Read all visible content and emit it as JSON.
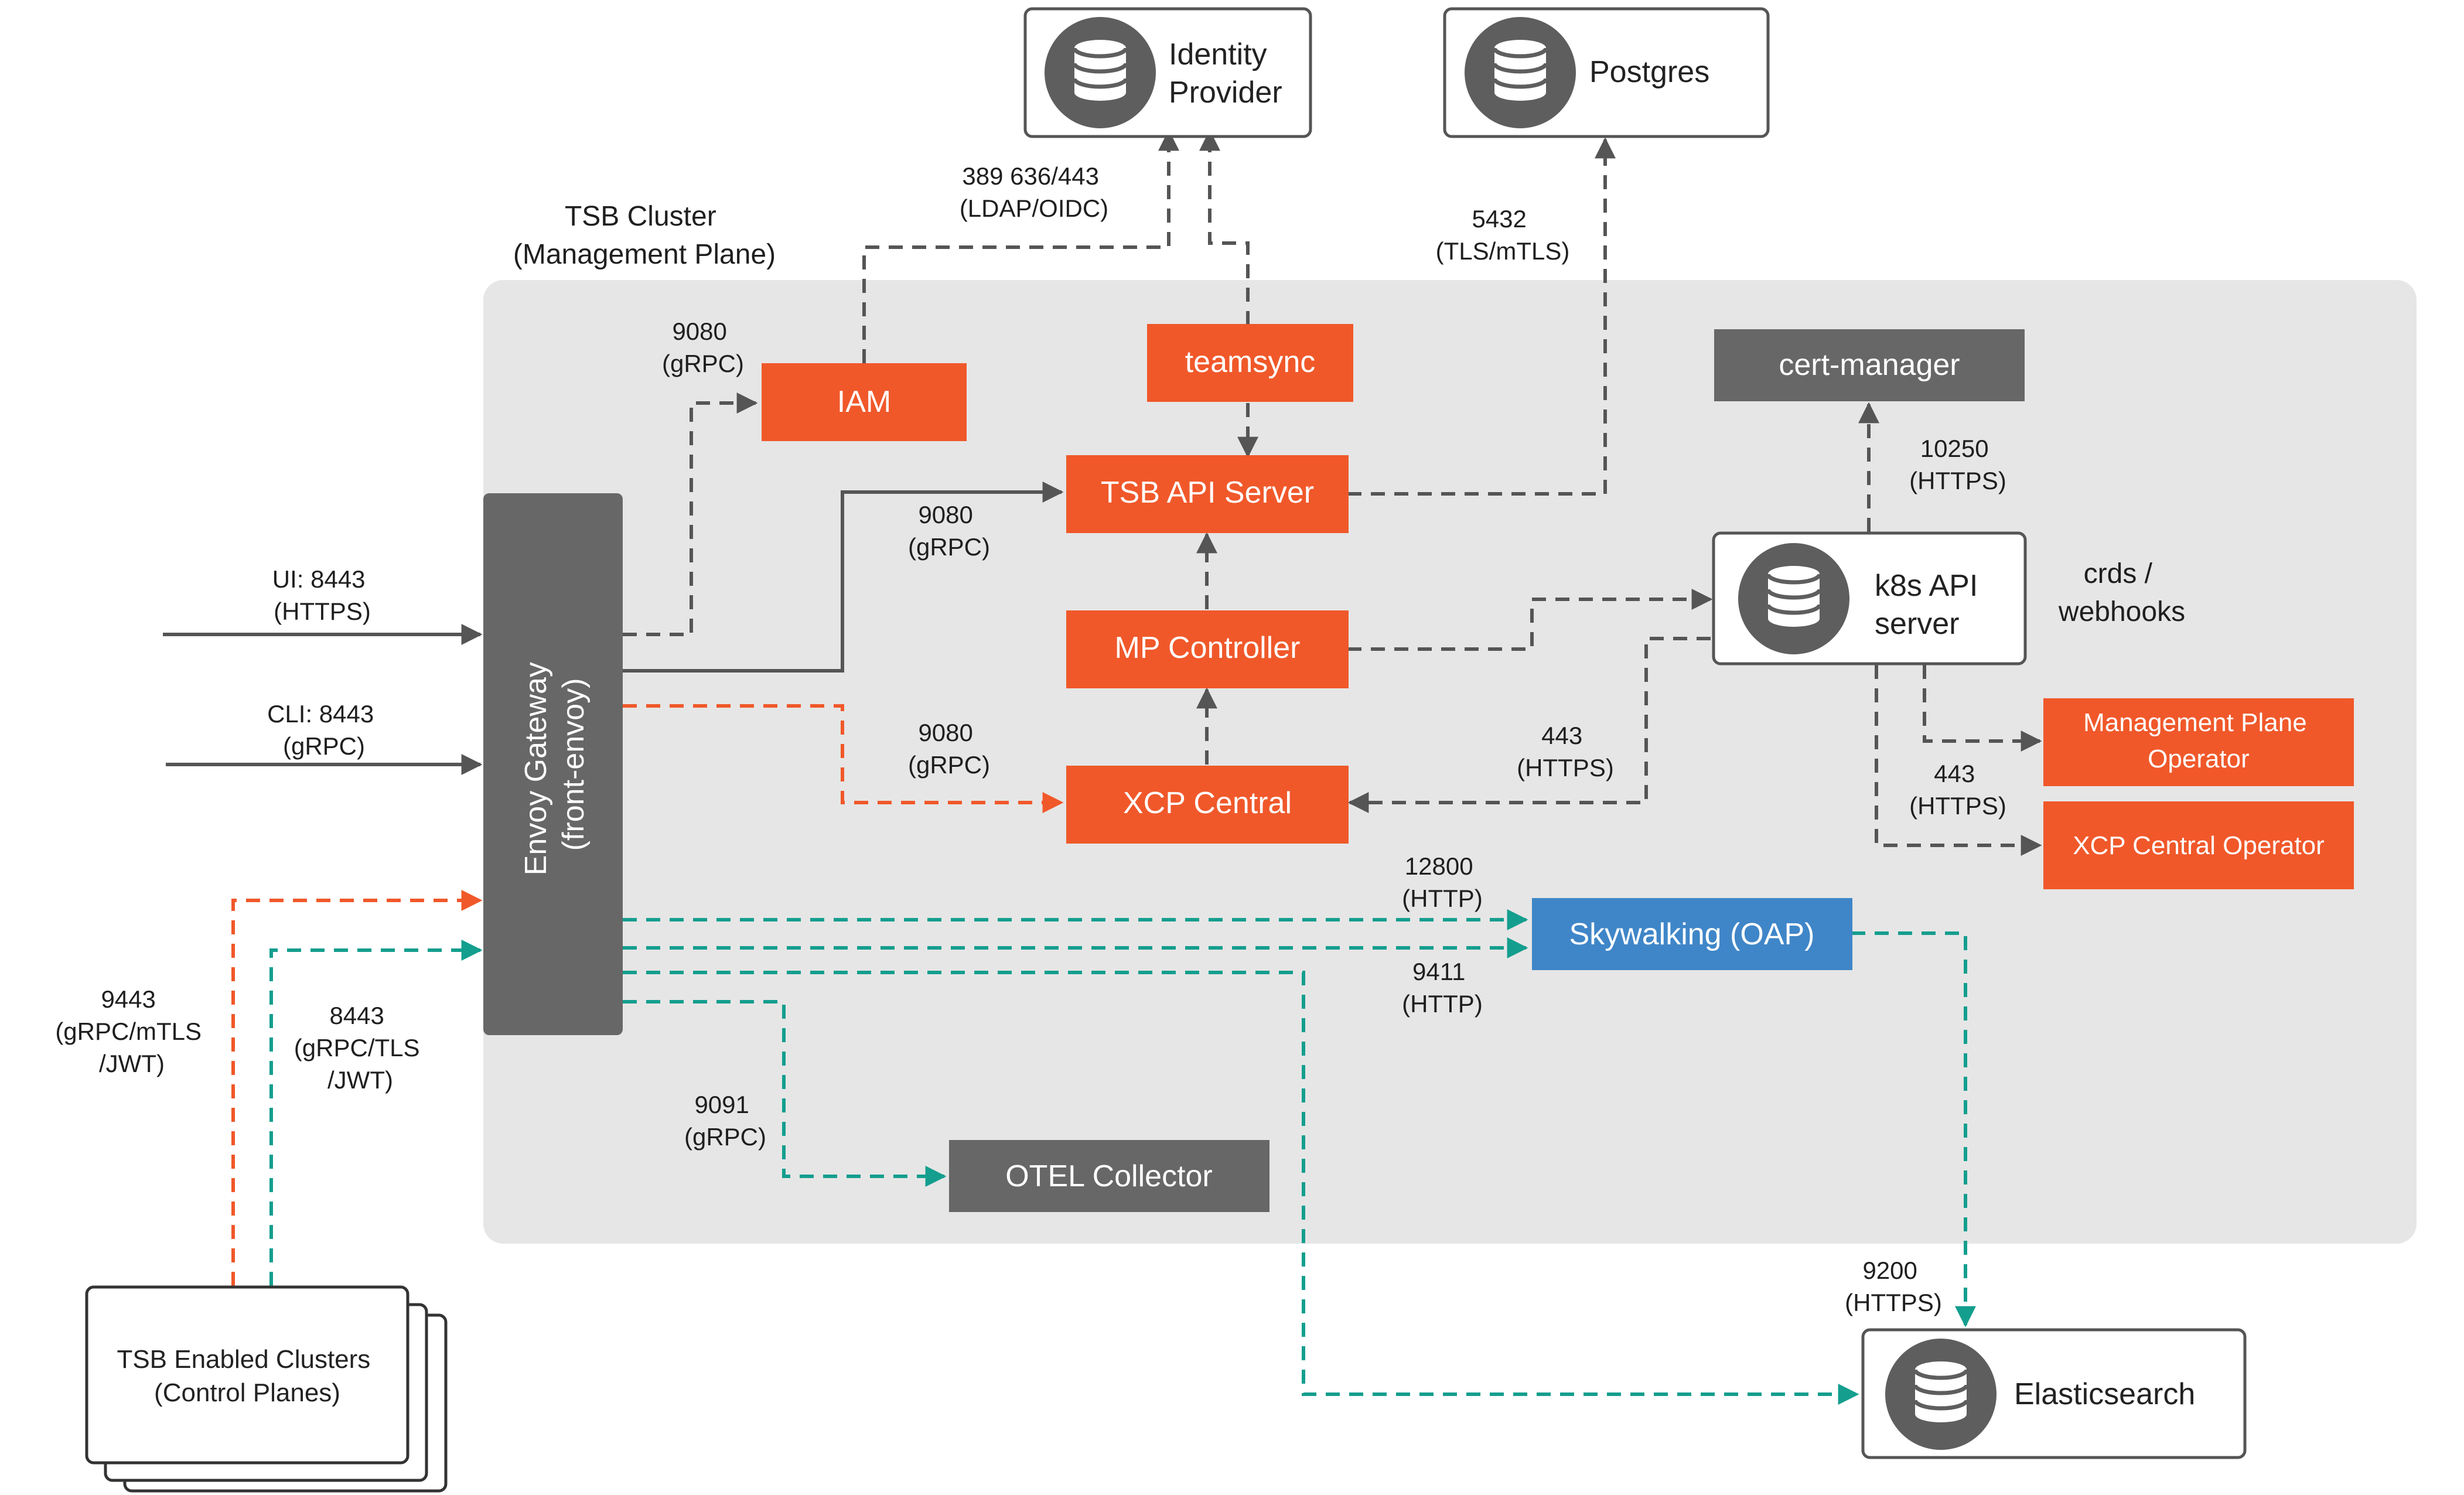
{
  "colors": {
    "orange": "#F0582A",
    "gray": "#676767",
    "blue": "#3F86C8",
    "teal": "#149E8E",
    "cluster_bg": "#E6E6E6",
    "line_dark": "#555555"
  },
  "cluster": {
    "title_line1": "TSB Cluster",
    "title_line2": "(Management Plane)"
  },
  "boxes": {
    "identity_provider": {
      "line1": "Identity",
      "line2": "Provider",
      "icon": "database-icon"
    },
    "postgres": {
      "label": "Postgres",
      "icon": "database-icon"
    },
    "elasticsearch": {
      "label": "Elasticsearch",
      "icon": "database-icon"
    },
    "k8s_api": {
      "line1": "k8s API",
      "line2": "server",
      "icon": "database-icon"
    },
    "iam": {
      "label": "IAM"
    },
    "teamsync": {
      "label": "teamsync"
    },
    "cert_manager": {
      "label": "cert-manager"
    },
    "tsb_api_server": {
      "label": "TSB API Server"
    },
    "mp_controller": {
      "label": "MP Controller"
    },
    "xcp_central": {
      "label": "XCP Central"
    },
    "mp_operator": {
      "line1": "Management Plane",
      "line2": "Operator"
    },
    "xcp_central_operator": {
      "label": "XCP Central Operator"
    },
    "skywalking": {
      "label": "Skywalking (OAP)"
    },
    "otel": {
      "label": "OTEL Collector"
    },
    "envoy": {
      "line1": "Envoy Gateway",
      "line2": "(front-envoy)"
    },
    "tsb_clusters": {
      "line1": "TSB Enabled Clusters",
      "line2": "(Control Planes)"
    }
  },
  "labels": {
    "idp_ports": {
      "line1": "389  636/443",
      "line2": "(LDAP/OIDC)"
    },
    "postgres_port": {
      "line1": "5432",
      "line2": "(TLS/mTLS)"
    },
    "iam_port": {
      "line1": "9080",
      "line2": "(gRPC)"
    },
    "tsb_api_port": {
      "line1": "9080",
      "line2": "(gRPC)"
    },
    "xcp_port": {
      "line1": "9080",
      "line2": "(gRPC)"
    },
    "ui": {
      "line1": "UI: 8443",
      "line2": "(HTTPS)"
    },
    "cli": {
      "line1": "CLI: 8443",
      "line2": "(gRPC)"
    },
    "cert_port": {
      "line1": "10250",
      "line2": "(HTTPS)"
    },
    "crds": {
      "line1": "crds /",
      "line2": "webhooks"
    },
    "k8s_xcp_port": {
      "line1": "443",
      "line2": "(HTTPS)"
    },
    "operator_port": {
      "line1": "443",
      "line2": "(HTTPS)"
    },
    "skywalking_in_port": {
      "line1": "12800",
      "line2": "(HTTP)"
    },
    "skywalking_in2_port": {
      "line1": "9411",
      "line2": "(HTTP)"
    },
    "otel_port": {
      "line1": "9091",
      "line2": "(gRPC)"
    },
    "es_port": {
      "line1": "9200",
      "line2": "(HTTPS)"
    },
    "mtls_port": {
      "line1": "9443",
      "line2": "(gRPC/mTLS",
      "line3": "/JWT)"
    },
    "tls_port": {
      "line1": "8443",
      "line2": "(gRPC/TLS",
      "line3": "/JWT)"
    }
  }
}
